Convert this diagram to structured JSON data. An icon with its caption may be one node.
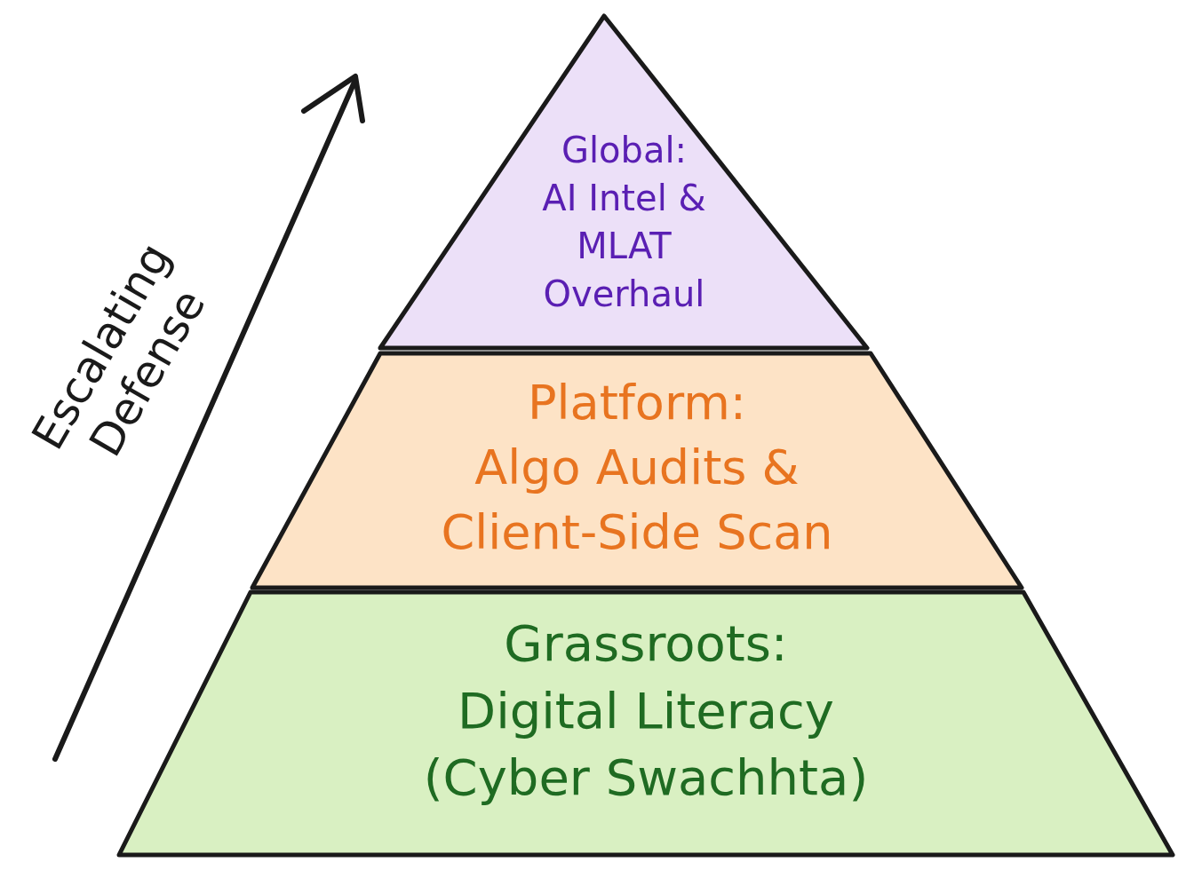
{
  "diagram": {
    "nodes": [
      {
        "text": [
          "Global:",
          "AI Intel & MLAT Overhaul"
        ]
      },
      {
        "text": [
          "Platform:",
          "Algo Audits & Client-Side Scan"
        ]
      },
      {
        "text": [
          "Grassroots:",
          "Digital Literacy (Cyber Swachhta)"
        ]
      }
    ],
    "labels": [
      "Escalating Defense"
    ]
  }
}
